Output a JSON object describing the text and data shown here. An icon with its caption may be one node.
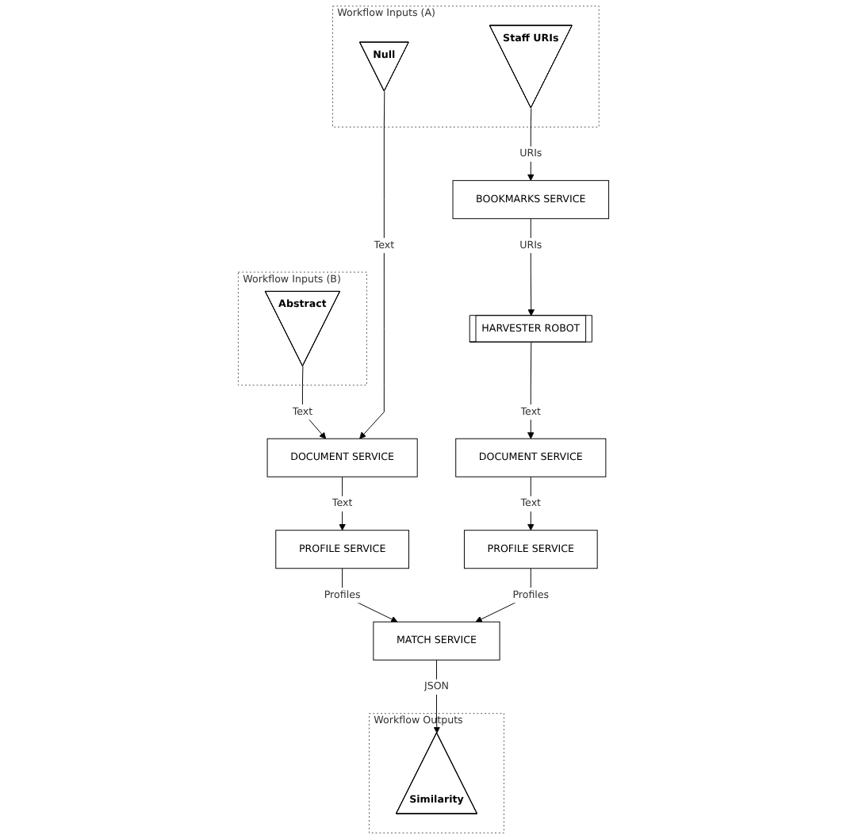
{
  "diagram": {
    "nodes": [
      {
        "text": [
          "Workflow Inputs (A)"
        ]
      },
      {
        "text": [
          "Null"
        ],
        "in": 0
      },
      {
        "text": [
          "Staff URIs"
        ],
        "in": 0
      },
      {
        "text": [
          "Workflow Inputs (B)"
        ]
      },
      {
        "text": [
          "Abstract"
        ],
        "in": 3
      },
      {
        "text": [
          "BOOKMARKS SERVICE"
        ]
      },
      {
        "text": [
          "DOCUMENT SERVICE"
        ]
      },
      {
        "text": [
          "DOCUMENT SERVICE"
        ]
      },
      {
        "text": [
          "HARVESTER ROBOT"
        ]
      },
      {
        "text": [
          "PROFILE SERVICE"
        ]
      },
      {
        "text": [
          "PROFILE SERVICE"
        ]
      },
      {
        "text": [
          "MATCH SERVICE"
        ]
      },
      {
        "text": [
          "Workflow Outputs"
        ]
      },
      {
        "text": [
          "Similarity"
        ],
        "in": 12
      }
    ],
    "edges": [
      {
        "from": 2,
        "to": 5,
        "arrow": "to",
        "label": "URIs"
      },
      {
        "from": 5,
        "to": 8,
        "arrow": "to",
        "label": "URIs"
      },
      {
        "from": 8,
        "to": 7,
        "arrow": "to",
        "label": "Text"
      },
      {
        "from": 4,
        "to": 6,
        "arrow": "to",
        "label": "Text"
      },
      {
        "from": 1,
        "to": 6,
        "arrow": "to",
        "label": "Text"
      },
      {
        "from": 6,
        "to": 9,
        "arrow": "to",
        "label": "Text"
      },
      {
        "from": 7,
        "to": 10,
        "arrow": "to",
        "label": "Text"
      },
      {
        "from": 9,
        "to": 11,
        "arrow": "to",
        "label": "Profiles"
      },
      {
        "from": 10,
        "to": 11,
        "arrow": "to",
        "label": "Profiles"
      },
      {
        "from": 11,
        "to": 13,
        "arrow": "to",
        "label": "JSON"
      }
    ]
  }
}
